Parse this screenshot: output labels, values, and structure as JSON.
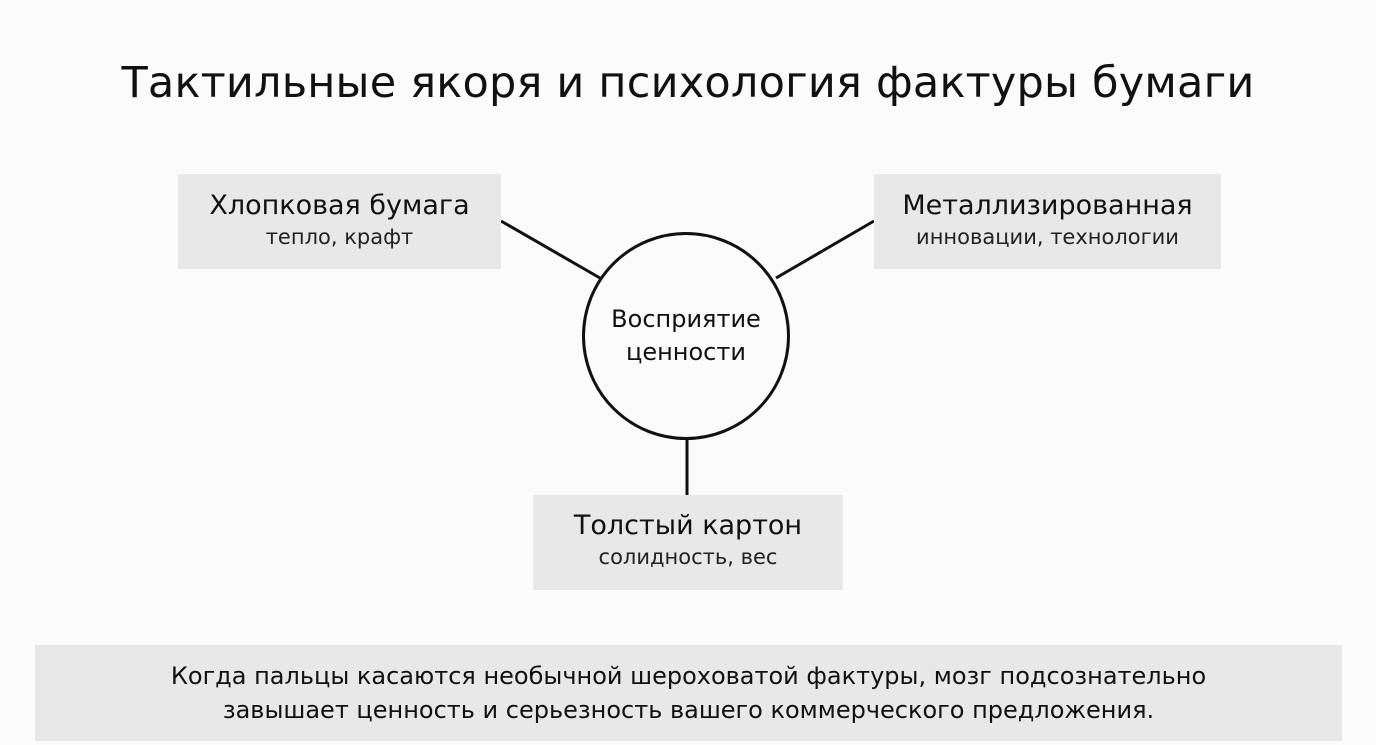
{
  "title": "Тактильные якоря и психология фактуры бумаги",
  "center": {
    "line1": "Восприятие",
    "line2": "ценности"
  },
  "nodes": {
    "left": {
      "heading": "Хлопковая бумага",
      "subtitle": "тепло, крафт"
    },
    "right": {
      "heading": "Металлизированная",
      "subtitle": "инновации, технологии"
    },
    "bottom": {
      "heading": "Толстый картон",
      "subtitle": "солидность, вес"
    }
  },
  "note": {
    "line1": "Когда пальцы касаются необычной шероховатой фактуры, мозг подсознательно",
    "line2": "завышает ценность и серьезность вашего коммерческого предложения."
  },
  "colors": {
    "background": "#fbfbfb",
    "box_fill": "#e8e8e8",
    "stroke": "#111111"
  }
}
